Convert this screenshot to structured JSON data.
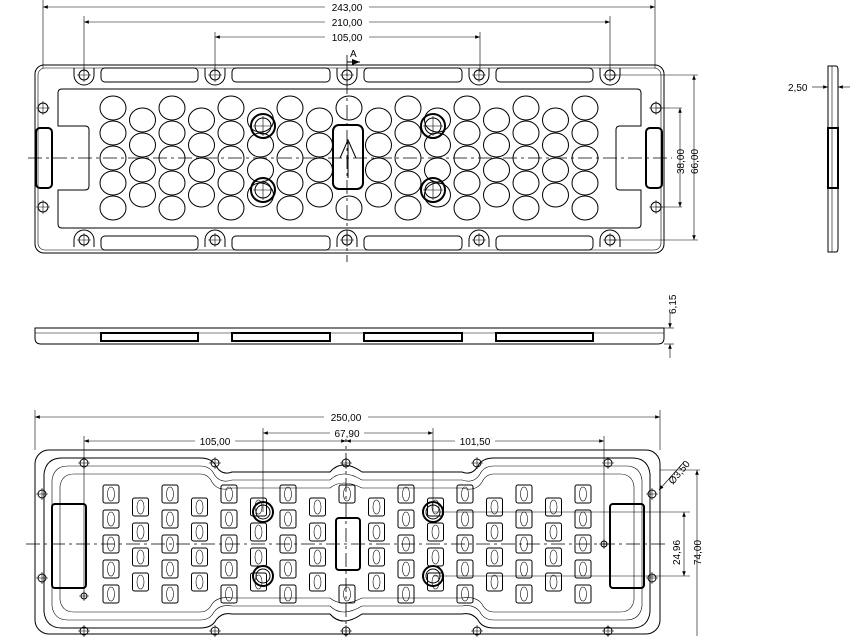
{
  "top_view": {
    "dims": {
      "overall_length": "243,00",
      "hole_span": "210,00",
      "hole_center": "105,00",
      "inner_height": "38,00",
      "overall_height": "66,00"
    },
    "section_label": "A"
  },
  "side_view": {
    "thickness": "2,50"
  },
  "front_view": {
    "height": "6,15"
  },
  "bottom_view": {
    "dims": {
      "overall_length": "250,00",
      "boss_span": "67,90",
      "left_offset": "105,00",
      "right_offset": "101,50",
      "hole_diameter": "Ø3,50",
      "boss_height": "24,96",
      "overall_height": "74,00"
    }
  }
}
